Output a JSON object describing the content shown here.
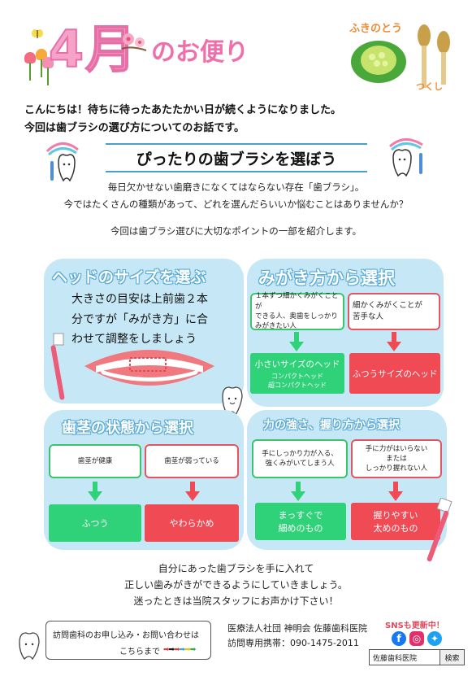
{
  "header": {
    "title_month": "4月",
    "title_suffix": "のお便り",
    "fukinoto_label": "ふきのとう",
    "tsukushi_label": "つくし"
  },
  "intro": {
    "line1": "こんにちは！待ちに待ったあたたかい日が続くようになりました。",
    "line2": "今回は歯ブラシの選び方についてのお話です。"
  },
  "section": {
    "title": "ぴったりの歯ブラシを選ぼう",
    "desc1": "毎日欠かせない歯磨きになくてはならない存在「歯ブラシ」。",
    "desc2": "今ではたくさんの種類があって、どれを選んだらいいか悩むことはありませんか？",
    "desc3": "今回は歯ブラシ選びに大切なポイントの一部を紹介します。"
  },
  "panels": {
    "head_size": {
      "title": "ヘッドのサイズを選ぶ",
      "lines": [
        "大きさの目安は上前歯２本",
        "分ですが「みがき方」に合",
        "わせて調整をしましょう"
      ]
    },
    "brushing": {
      "title": "みがき方から選択",
      "left_box": "１本ずつ細かくみがくことが\nできる人、奥歯をしっかり\nみがきたい人",
      "right_box": "細かくみがくことが\n苦手な人",
      "left_result": "小さいサイズのヘッド",
      "left_result_sub1": "コンパクトヘッド",
      "left_result_sub2": "超コンパクトヘッド",
      "right_result": "ふつうサイズのヘッド"
    },
    "gum": {
      "title": "歯茎の状態から選択",
      "left_box": "歯茎が健康",
      "right_box": "歯茎が弱っている",
      "left_result": "ふつう",
      "right_result": "やわらかめ"
    },
    "grip": {
      "title": "力の強さ、握り方から選択",
      "left_box": "手にしっかり力が入る、\n強くみがいてしまう人",
      "right_box": "手に力がはいらない\nまたは\nしっかり握れない人",
      "left_result_1": "まっすぐで",
      "left_result_2": "細めのもの",
      "right_result_1": "握りやすい",
      "right_result_2": "太めのもの"
    }
  },
  "closing": {
    "line1": "自分にあった歯ブラシを手に入れて",
    "line2": "正しい歯みがきができるようにしていきましょう。",
    "line3": "迷ったときは当院スタッフにお声かけ下さい！"
  },
  "footer": {
    "contact_line1": "訪問歯科のお申し込み・お問い合わせは",
    "contact_line2": "こちらまで",
    "org": "医療法人社団 神明会 佐藤歯科医院",
    "phone": "訪問専用携帯：090-1475-2011",
    "sns_label": "SNSも更新中！",
    "search_text": "佐藤歯科医院",
    "search_button": "検索"
  },
  "colors": {
    "panel_bg": "#c6e8f6",
    "green": "#2fd278",
    "red": "#f04a55",
    "title_pink": "#f6a3c9"
  }
}
